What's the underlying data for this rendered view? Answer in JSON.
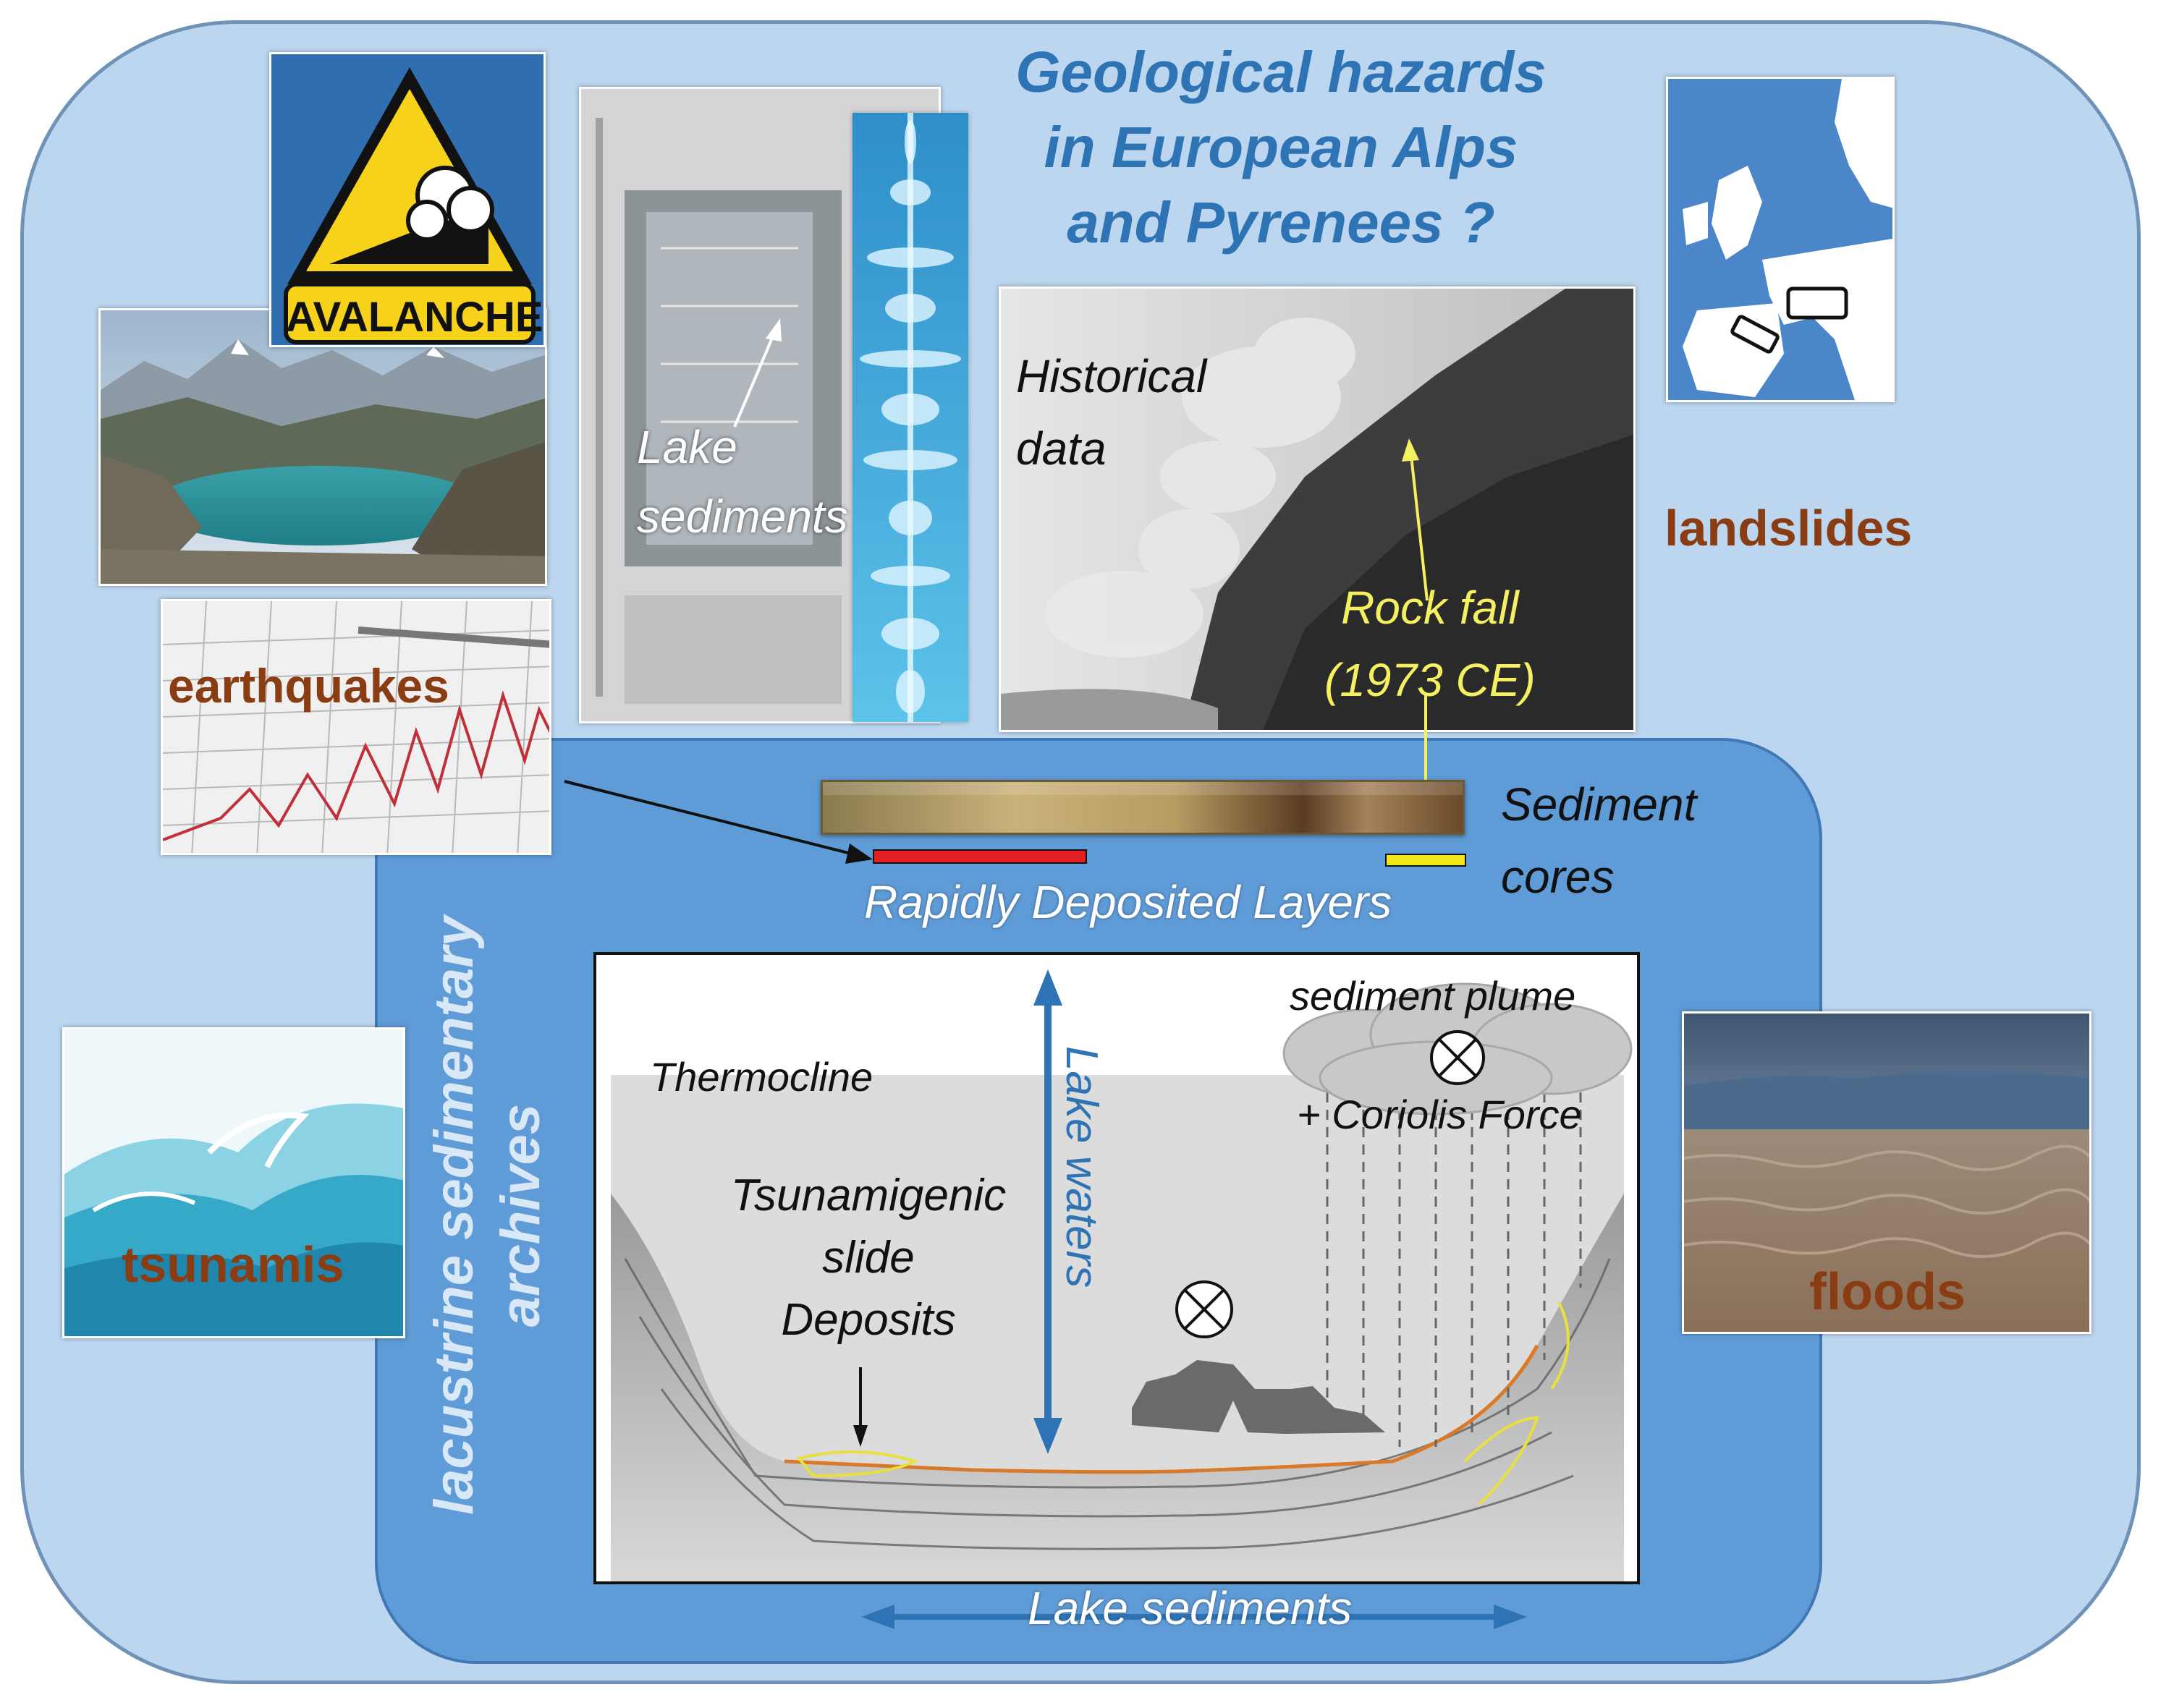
{
  "title": {
    "line1": "Geological hazards",
    "line2": "in European Alps",
    "line3": "and Pyrenees ?"
  },
  "hazards": {
    "avalanches": "AVALANCHES",
    "earthquakes": "earthquakes",
    "tsunamis": "tsunamis",
    "landslides": "landslides",
    "floods": "floods"
  },
  "labels": {
    "lake_sediments_photo_line1": "Lake",
    "lake_sediments_photo_line2": "sediments",
    "historical_line1": "Historical",
    "historical_line2": "data",
    "rockfall_line1": "Rock fall",
    "rockfall_line2": "(1973 CE)",
    "sediment_cores_line1": "Sediment",
    "sediment_cores_line2": "cores",
    "rdl": "Rapidly Deposited Layers",
    "archives_line1": "lacustrine sedimentary",
    "archives_line2": "archives",
    "sediment_plume": "sediment plume",
    "coriolis": "+ Coriolis Force",
    "thermocline": "Thermocline",
    "lake_waters": "Lake waters",
    "tsunamigenic_line1": "Tsunamigenic",
    "tsunamigenic_line2": "slide",
    "tsunamigenic_line3": "Deposits",
    "lake_sediments_bottom": "Lake sediments"
  },
  "colors": {
    "outer_panel": "#bcd6ef",
    "inner_panel": "#5f9bd6",
    "title": "#2e74b5",
    "hazard_text": "#8a3c12",
    "rdl_red": "#e02020",
    "rdl_yellow": "#f2e71a",
    "rockfall_yellow": "#f5f060"
  }
}
